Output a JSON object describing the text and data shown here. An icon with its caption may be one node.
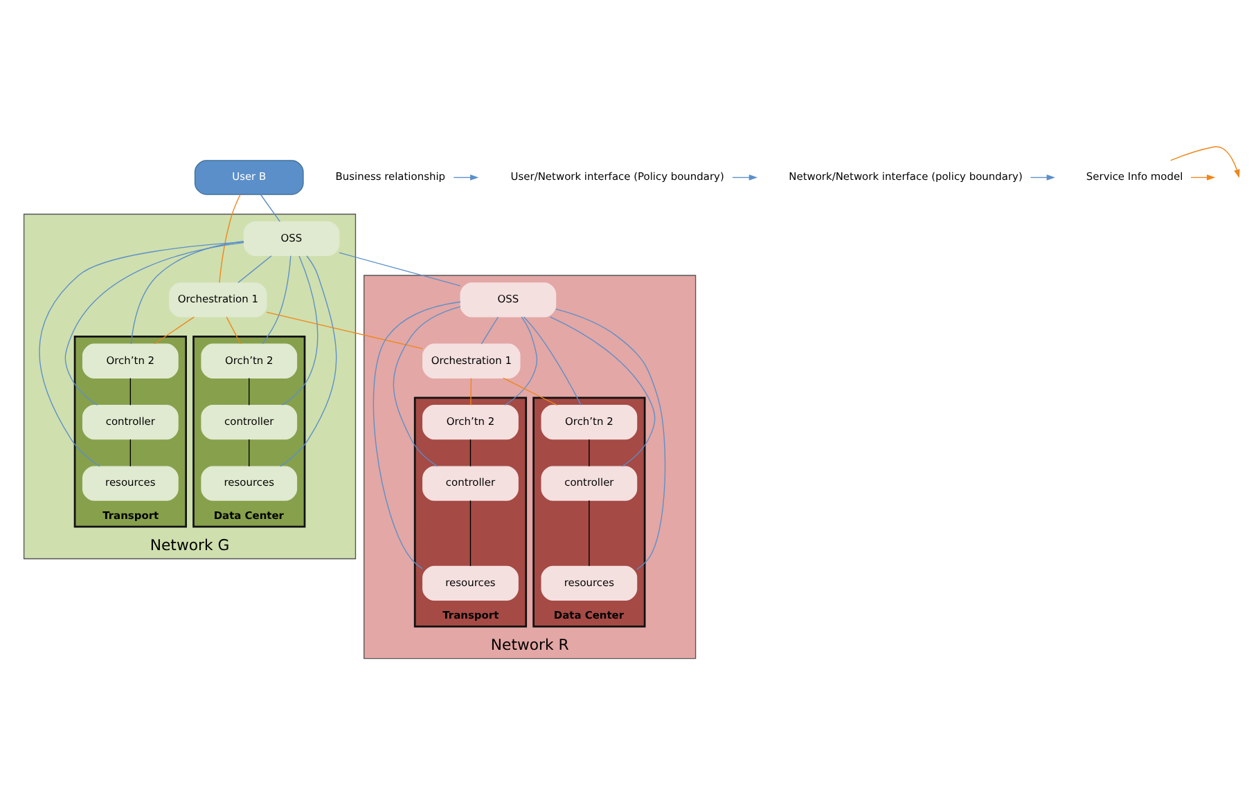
{
  "diagram": {
    "nodes": [
      {
        "text": [
          "User B"
        ]
      },
      {
        "text": [
          "Network G"
        ]
      },
      {
        "text": [
          "OSS"
        ],
        "in": 1
      },
      {
        "text": [
          "Orchestration 1"
        ],
        "in": 1
      },
      {
        "text": [
          "Transport"
        ],
        "in": 1
      },
      {
        "text": [
          "Orch’tn 2"
        ],
        "in": 4
      },
      {
        "text": [
          "controller"
        ],
        "in": 4
      },
      {
        "text": [
          "resources"
        ],
        "in": 4
      },
      {
        "text": [
          "Data Center"
        ],
        "in": 1
      },
      {
        "text": [
          "Orch’tn 2"
        ],
        "in": 8
      },
      {
        "text": [
          "controller"
        ],
        "in": 8
      },
      {
        "text": [
          "resources"
        ],
        "in": 8
      },
      {
        "text": [
          "Network R"
        ]
      },
      {
        "text": [
          "OSS"
        ],
        "in": 12
      },
      {
        "text": [
          "Orchestration 1"
        ],
        "in": 12
      },
      {
        "text": [
          "Transport"
        ],
        "in": 12
      },
      {
        "text": [
          "Orch’tn 2"
        ],
        "in": 15
      },
      {
        "text": [
          "controller"
        ],
        "in": 15
      },
      {
        "text": [
          "resources"
        ],
        "in": 15
      },
      {
        "text": [
          "Data Center"
        ],
        "in": 12
      },
      {
        "text": [
          "Orch’tn 2"
        ],
        "in": 19
      },
      {
        "text": [
          "controller"
        ],
        "in": 19
      },
      {
        "text": [
          "resources"
        ],
        "in": 19
      },
      {
        "text": [
          "Business relationship"
        ]
      },
      {
        "text": [
          "User/Network interface (Policy boundary)"
        ]
      },
      {
        "text": [
          "Network/Network interface (policy boundary)"
        ]
      },
      {
        "text": [
          "Service Info model"
        ]
      }
    ],
    "edges": [
      {
        "from": 0,
        "to": 2,
        "arrow": "none"
      },
      {
        "from": 2,
        "to": 13,
        "arrow": "none"
      },
      {
        "from": 0,
        "to": 3,
        "arrow": "none",
        "color": "#f0861a"
      },
      {
        "from": 3,
        "to": 14,
        "arrow": "none",
        "color": "#f0861a"
      },
      {
        "from": 3,
        "to": 5,
        "arrow": "none",
        "color": "#f0861a"
      },
      {
        "from": 3,
        "to": 9,
        "arrow": "none",
        "color": "#f0861a"
      },
      {
        "from": 2,
        "to": 3,
        "arrow": "none"
      },
      {
        "from": 2,
        "to": 5,
        "arrow": "none"
      },
      {
        "from": 2,
        "to": 6,
        "arrow": "none"
      },
      {
        "from": 2,
        "to": 7,
        "arrow": "none"
      },
      {
        "from": 2,
        "to": 9,
        "arrow": "none"
      },
      {
        "from": 2,
        "to": 10,
        "arrow": "none"
      },
      {
        "from": 2,
        "to": 11,
        "arrow": "none"
      },
      {
        "from": 5,
        "to": 6,
        "arrow": "none",
        "color": "#000000"
      },
      {
        "from": 6,
        "to": 7,
        "arrow": "none",
        "color": "#000000"
      },
      {
        "from": 9,
        "to": 10,
        "arrow": "none",
        "color": "#000000"
      },
      {
        "from": 10,
        "to": 11,
        "arrow": "none",
        "color": "#000000"
      },
      {
        "from": 14,
        "to": 16,
        "arrow": "none",
        "color": "#f0861a"
      },
      {
        "from": 14,
        "to": 20,
        "arrow": "none",
        "color": "#f0861a"
      },
      {
        "from": 13,
        "to": 14,
        "arrow": "none"
      },
      {
        "from": 13,
        "to": 16,
        "arrow": "none"
      },
      {
        "from": 13,
        "to": 17,
        "arrow": "none"
      },
      {
        "from": 13,
        "to": 18,
        "arrow": "none"
      },
      {
        "from": 13,
        "to": 20,
        "arrow": "none"
      },
      {
        "from": 13,
        "to": 21,
        "arrow": "none"
      },
      {
        "from": 13,
        "to": 22,
        "arrow": "none"
      },
      {
        "from": 16,
        "to": 17,
        "arrow": "none",
        "color": "#000000"
      },
      {
        "from": 17,
        "to": 18,
        "arrow": "none",
        "color": "#000000"
      },
      {
        "from": 20,
        "to": 21,
        "arrow": "none",
        "color": "#000000"
      },
      {
        "from": 21,
        "to": 22,
        "arrow": "none",
        "color": "#000000"
      },
      {
        "from": 23,
        "to": null,
        "arrow": "to"
      },
      {
        "from": 24,
        "to": null,
        "arrow": "to"
      },
      {
        "from": 25,
        "to": null,
        "arrow": "to"
      },
      {
        "from": 26,
        "to": null,
        "arrow": "to",
        "color": "#f0861a"
      },
      {
        "from": 26,
        "to": null,
        "arrow": "to",
        "color": "#f0861a"
      }
    ]
  }
}
